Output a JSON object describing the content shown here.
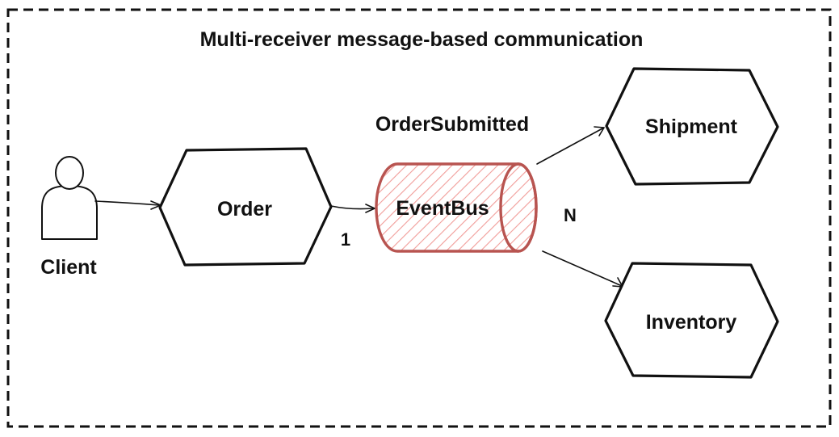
{
  "diagram": {
    "title": "Multi-receiver message-based communication",
    "actor": {
      "label": "Client",
      "icon": "person-icon"
    },
    "services": {
      "order": "Order",
      "shipment": "Shipment",
      "inventory": "Inventory"
    },
    "bus": {
      "label": "EventBus",
      "event": "OrderSubmitted",
      "color": "#b85450",
      "hatch_color": "#f19c99"
    },
    "cardinality": {
      "sender": "1",
      "receivers": "N"
    }
  }
}
